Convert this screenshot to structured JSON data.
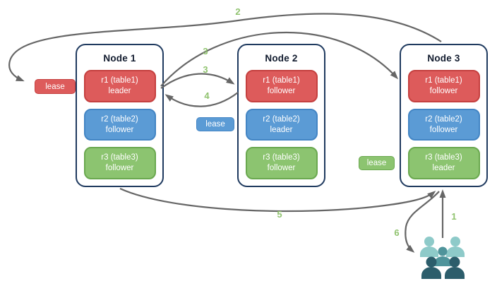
{
  "diagram": {
    "nodes": [
      {
        "title": "Node 1",
        "replicas": [
          {
            "name": "r1 (table1)",
            "role": "leader",
            "color": "red"
          },
          {
            "name": "r2 (table2)",
            "role": "follower",
            "color": "blue"
          },
          {
            "name": "r3 (table3)",
            "role": "follower",
            "color": "green"
          }
        ]
      },
      {
        "title": "Node 2",
        "replicas": [
          {
            "name": "r1 (table1)",
            "role": "follower",
            "color": "red"
          },
          {
            "name": "r2 (table2)",
            "role": "leader",
            "color": "blue"
          },
          {
            "name": "r3 (table3)",
            "role": "follower",
            "color": "green"
          }
        ]
      },
      {
        "title": "Node 3",
        "replicas": [
          {
            "name": "r1 (table1)",
            "role": "follower",
            "color": "red"
          },
          {
            "name": "r2 (table2)",
            "role": "follower",
            "color": "blue"
          },
          {
            "name": "r3 (table3)",
            "role": "leader",
            "color": "green"
          }
        ]
      }
    ],
    "lease_labels": {
      "red": "lease",
      "blue": "lease",
      "green": "lease"
    },
    "step_labels": {
      "step1": "1",
      "step2": "2",
      "step3a": "3",
      "step3b": "3",
      "step4": "4",
      "step5": "5",
      "step6": "6"
    },
    "icons": {
      "clients": "users-group-icon"
    }
  },
  "colors": {
    "page_bg": "#ffffff",
    "node_bg": "#ffffff",
    "node_border": "#1f3a5f",
    "title_text": "#111b2e",
    "red_fill": "#dd5b5b",
    "red_border": "#c5403f",
    "blue_fill": "#5b9bd5",
    "blue_border": "#4385c4",
    "green_fill": "#8cc470",
    "green_border": "#6aa84f",
    "step_text": "#90c36f",
    "arrow": "#666666",
    "label_text": "#ffffff",
    "users_light": "#8ecac9",
    "users_mid": "#4f949b",
    "users_dark": "#2c5d6b"
  }
}
